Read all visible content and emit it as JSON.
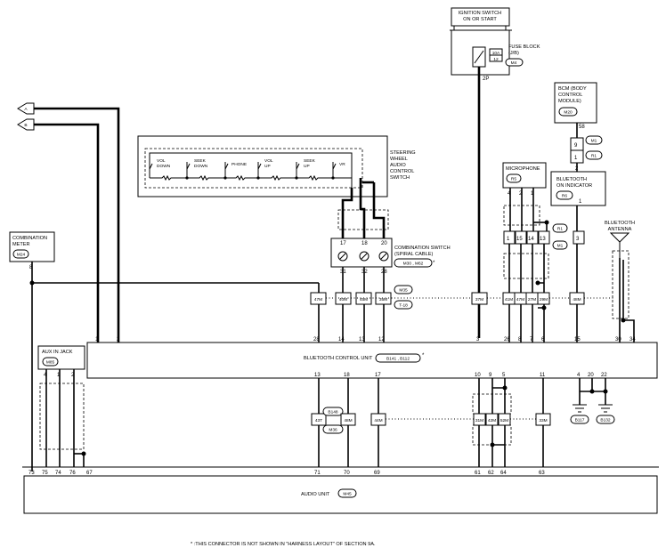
{
  "ignition_switch": {
    "line1": "IGNITION SWITCH",
    "line2": "ON OR START"
  },
  "fuse_block": {
    "title": "FUSE BLOCK",
    "code": "(J/B)",
    "amp": "10A",
    "number": "12",
    "connector": "M4",
    "pin": "2P"
  },
  "bcm": {
    "line1": "BCM (BODY",
    "line2": "CONTROL",
    "line3": "MODULE)",
    "connector": "M20",
    "pin": "58",
    "conn_m1": "M1",
    "conn_r1": "R1",
    "pin_upper": "9",
    "pin_lower": "1"
  },
  "bt_indicator": {
    "line1": "BLUETOOTH",
    "line2": "ON INDICATOR",
    "connector": "R6",
    "pin_top": "2",
    "pin_bottom": "1"
  },
  "bt_antenna": {
    "line1": "BLUETOOTH",
    "line2": "ANTENNA"
  },
  "steering_switch": {
    "line1": "STEERING",
    "line2": "WHEEL",
    "line3": "AUDIO",
    "line4": "CONTROL",
    "line5": "SWITCH",
    "buttons": [
      {
        "line1": "VOL",
        "line2": "DOWN"
      },
      {
        "line1": "SEEK",
        "line2": "DOWN"
      },
      {
        "line1": "PHONE",
        "line2": ""
      },
      {
        "line1": "VOL",
        "line2": "UP"
      },
      {
        "line1": "SEEK",
        "line2": "UP"
      },
      {
        "line1": "VR",
        "line2": ""
      }
    ]
  },
  "combination_switch": {
    "line1": "COMBINATION SWITCH",
    "line2": "(SPIRAL CABLE)",
    "connectors": "M30 , M62",
    "star": "*",
    "pins_top": [
      "17",
      "18",
      "20"
    ],
    "pins_bottom": [
      "31",
      "32",
      "28"
    ]
  },
  "microphone": {
    "title": "MICROPHONE",
    "connector": "R5",
    "pins": [
      "4",
      "2",
      "1"
    ]
  },
  "junction_r1": "R1",
  "junction_m1": "M1",
  "mic_junction_pins": [
    "1",
    "15",
    "14",
    "13"
  ],
  "combination_meter": {
    "line1": "COMBINATION",
    "line2": "METER",
    "connector": "M24",
    "pin": "8"
  },
  "aux_jack": {
    "title": "AUX IN JACK",
    "connector": "M85",
    "pins": [
      "4",
      "1",
      "2"
    ]
  },
  "bcu": {
    "label": "BLUETOOTH CONTROL UNIT",
    "connectors": "B141 , B112",
    "star": "*",
    "top_pins": [
      "1",
      "2",
      "28",
      "14",
      "13",
      "12",
      "3",
      "26",
      "8",
      "7",
      "6",
      "15",
      "30",
      "34"
    ],
    "bottom_pins": [
      "13",
      "18",
      "17",
      "10",
      "9",
      "5",
      "11",
      "4",
      "20",
      "22"
    ]
  },
  "harness_connectors": {
    "m35": "M35",
    "t18": "T-18",
    "b148": "B148",
    "m36": "M36",
    "r1_box": "R1",
    "m1_box": "M1"
  },
  "wire_codes": {
    "c47m": "47M",
    "c40m": "40M",
    "c45m": "45M",
    "c35m": "35M",
    "c37m": "37M",
    "c41m": "41M",
    "c47m2": "47M",
    "c27m": "27M",
    "c29m": "29M",
    "c48m": "48M",
    "c43t": "43T",
    "c48m2": "48M",
    "c44m": "44M",
    "c31m": "31M",
    "c42m": "42M",
    "c52m": "52M",
    "c33m": "33M"
  },
  "grounds": {
    "g1": "B117",
    "g2": "B132"
  },
  "audio_unit": {
    "label": "AUDIO UNIT",
    "connector": "M45",
    "pins": [
      "73",
      "75",
      "74",
      "76",
      "67",
      "71",
      "70",
      "69",
      "61",
      "62",
      "64",
      "63"
    ]
  },
  "arrows": [
    "A",
    "B"
  ],
  "footnote": "* :THIS CONNECTOR IS NOT SHOWN IN \"HARNESS LAYOUT\" OF SECTION 9A."
}
